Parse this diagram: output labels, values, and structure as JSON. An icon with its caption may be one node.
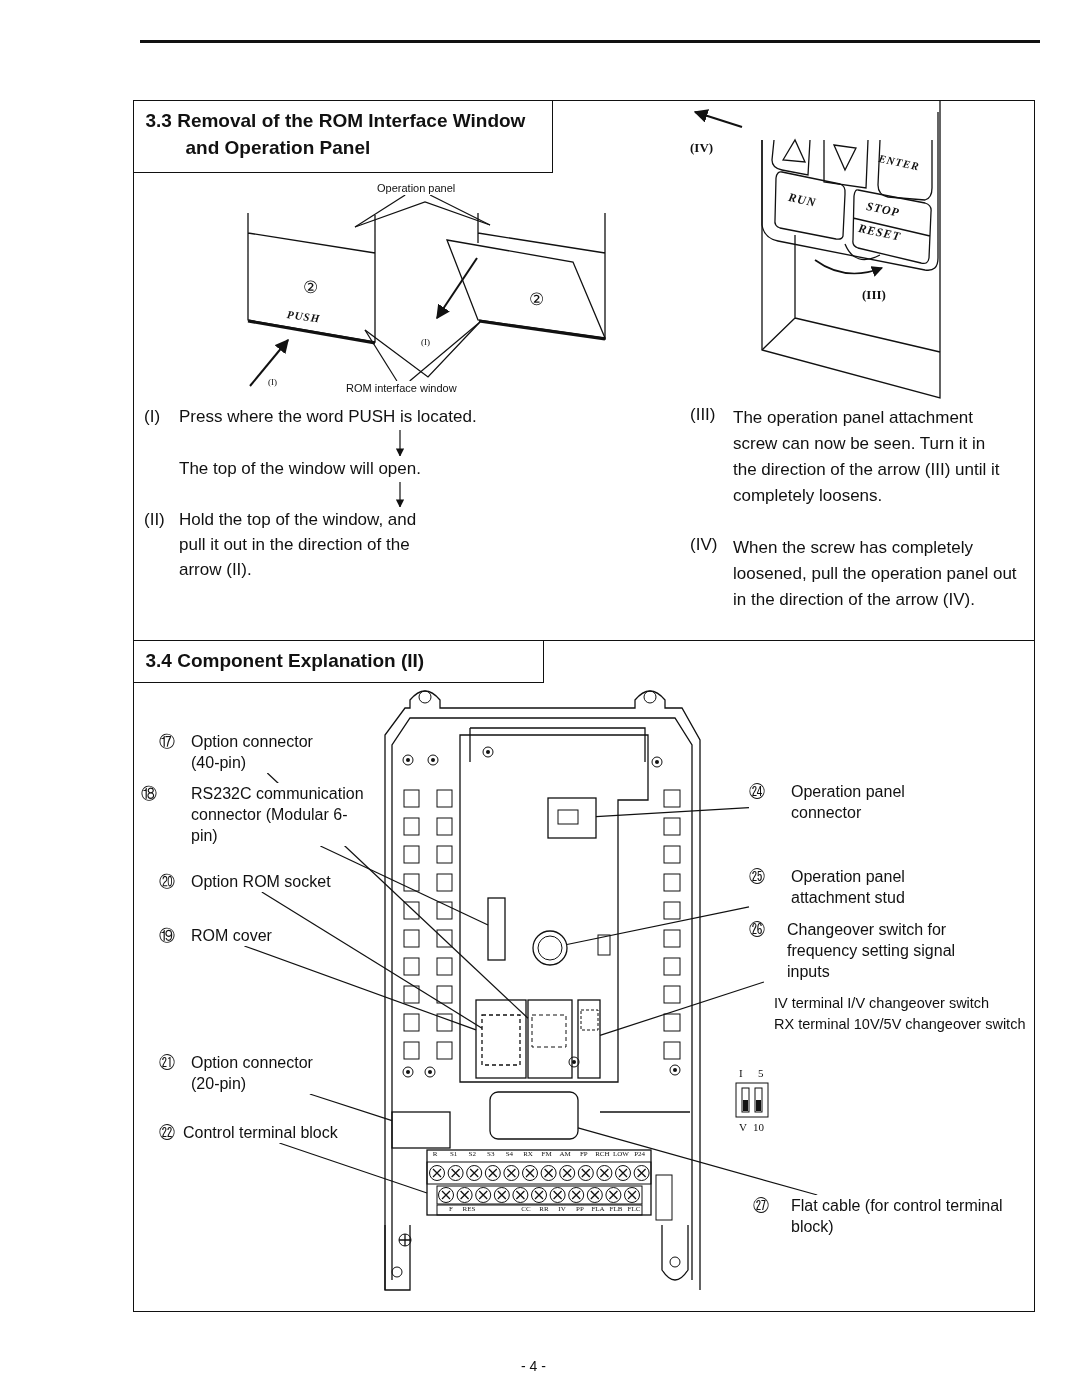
{
  "diagram": {
    "nodes": [
      {
        "text": [
          "3.3 Removal of the ROM Interface Window and Operation Panel"
        ]
      },
      {
        "text": [
          "Operation panel"
        ],
        "in": 0
      },
      {
        "text": [
          "ROM interface window"
        ],
        "in": 0
      },
      {
        "text": [
          "(I)",
          "Press where the word PUSH is located."
        ],
        "in": 0
      },
      {
        "text": [
          "The top of the window will open."
        ],
        "in": 0
      },
      {
        "text": [
          "(II)",
          "Hold the top of the window, and pull it out in the direction of the arrow (II)."
        ],
        "in": 0
      },
      {
        "text": [
          "3.4 Component Explanation (II)"
        ]
      },
      {
        "text": [
          "⑰",
          "Option connector (40-pin)"
        ],
        "in": 6
      },
      {
        "text": [
          "⑱",
          "RS232C communication connector (Modular 6-pin)"
        ],
        "in": 6
      },
      {
        "text": [
          "⑳",
          "Option ROM socket"
        ],
        "in": 6
      },
      {
        "text": [
          "⑲",
          "ROM cover"
        ],
        "in": 6
      },
      {
        "text": [
          "㉑",
          "Option connector (20-pin)"
        ],
        "in": 6
      },
      {
        "text": [
          "㉒",
          "Control terminal block"
        ],
        "in": 6
      },
      {
        "text": [
          "㉔",
          "Operation panel connector"
        ],
        "in": 6
      },
      {
        "text": [
          "㉕",
          "Operation panel attachment stud"
        ],
        "in": 6
      },
      {
        "text": [
          "㉖",
          "Changeover switch for frequency setting signal inputs"
        ],
        "in": 6
      },
      {
        "text": [
          "㉗",
          "Flat cable (for control terminal block)"
        ],
        "in": 6
      },
      {
        "text": [],
        "shape": "box",
        "in": 6
      },
      {
        "text": [],
        "shape": "box",
        "in": 6
      },
      {
        "text": [],
        "shape": "box",
        "in": 6
      },
      {
        "text": [],
        "shape": "box",
        "in": 19
      },
      {
        "text": [],
        "shape": "box",
        "in": 6
      },
      {
        "text": [],
        "shape": "box",
        "in": 6
      },
      {
        "text": [],
        "shape": "box",
        "in": 6
      },
      {
        "text": [],
        "shape": "circle",
        "in": 6
      },
      {
        "text": [],
        "shape": "box",
        "in": 6
      },
      {
        "text": [],
        "shape": "box",
        "in": 6
      }
    ],
    "edges": [
      {
        "from": 1,
        "to": null,
        "arrow": "none"
      },
      {
        "from": 1,
        "to": null,
        "arrow": "none"
      },
      {
        "from": 2,
        "to": null,
        "arrow": "none"
      },
      {
        "from": 2,
        "to": null,
        "arrow": "none"
      },
      {
        "from": 3,
        "to": 4,
        "arrow": "to"
      },
      {
        "from": 4,
        "to": 5,
        "arrow": "to"
      },
      {
        "from": 7,
        "to": 17,
        "arrow": "none"
      },
      {
        "from": 8,
        "to": 18,
        "arrow": "none"
      },
      {
        "from": 9,
        "to": 20,
        "arrow": "none"
      },
      {
        "from": 10,
        "to": 19,
        "arrow": "none"
      },
      {
        "from": 11,
        "to": 21,
        "arrow": "none"
      },
      {
        "from": 12,
        "to": 22,
        "arrow": "none"
      },
      {
        "from": 13,
        "to": 23,
        "arrow": "none"
      },
      {
        "from": 14,
        "to": 24,
        "arrow": "none"
      },
      {
        "from": 15,
        "to": 25,
        "arrow": "none"
      },
      {
        "from": 16,
        "to": 26,
        "arrow": "none"
      }
    ],
    "labels": [
      "②",
      "PUSH",
      "②",
      "(I)",
      "(I)",
      "ENTER",
      "RUN",
      "STOP",
      "RESET",
      "(IV)",
      "(III)",
      "(III)",
      "The operation panel attachment screw can now be seen. Turn it in the direction of the arrow (III) until it completely loosens.",
      "(IV)",
      "When the screw has completely loosened, pull the operation panel out in the direction of the arrow (IV).",
      "IV terminal I/V changeover switch",
      "RX terminal 10V/5V changeover switch",
      "I",
      "5",
      "V",
      "10",
      "R",
      "S1",
      "S2",
      "S3",
      "S4",
      "RX",
      "FM",
      "AM",
      "FP",
      "RCH",
      "LOW",
      "P24",
      "F",
      "RES",
      "CC",
      "RR",
      "IV",
      "PP",
      "FLA",
      "FLB",
      "FLC",
      "- 4 -"
    ]
  }
}
